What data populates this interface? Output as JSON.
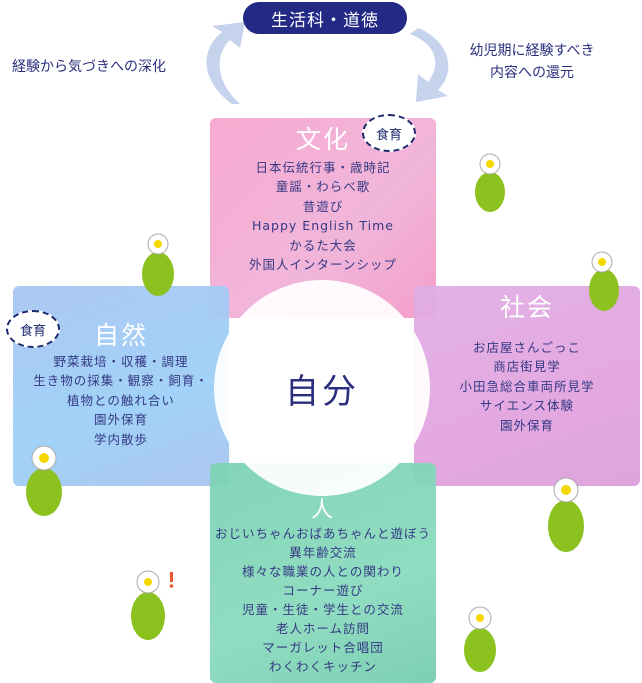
{
  "header": {
    "title": "生活科・道徳",
    "left_note": "経験から気づきへの深化",
    "right_note_line1": "幼児期に経験すべき",
    "right_note_line2": "内容への還元"
  },
  "center": {
    "label": "自分"
  },
  "sections": {
    "culture": {
      "title": "文化",
      "badge": "食育",
      "items": [
        "日本伝統行事・歳時記",
        "童謡・わらべ歌",
        "昔遊び",
        "Happy English Time",
        "かるた大会",
        "外国人インターンシップ"
      ]
    },
    "nature": {
      "title": "自然",
      "badge": "食育",
      "items": [
        "野菜栽培・収穫・調理",
        "生き物の採集・観察・飼育・",
        "植物との触れ合い",
        "園外保育",
        "学内散歩"
      ]
    },
    "society": {
      "title": "社会",
      "items": [
        "お店屋さんごっこ",
        "商店街見学",
        "小田急総合車両所見学",
        "サイエンス体験",
        "園外保育"
      ]
    },
    "people": {
      "title": "人",
      "items": [
        "おじいちゃんおばあちゃんと遊ぼう",
        "異年齢交流",
        "様々な職業の人との関わり",
        "コーナー遊び",
        "児童・生徒・学生との交流",
        "老人ホーム訪問",
        "マーガレット合唱団",
        "わくわくキッチン"
      ]
    }
  },
  "colors": {
    "navy": "#232a86",
    "pink": "#f7a6cf",
    "blue": "#a8c6f3",
    "purple": "#e1aee4",
    "green": "#7dd2b4",
    "arrow": "#c5d3ec"
  }
}
